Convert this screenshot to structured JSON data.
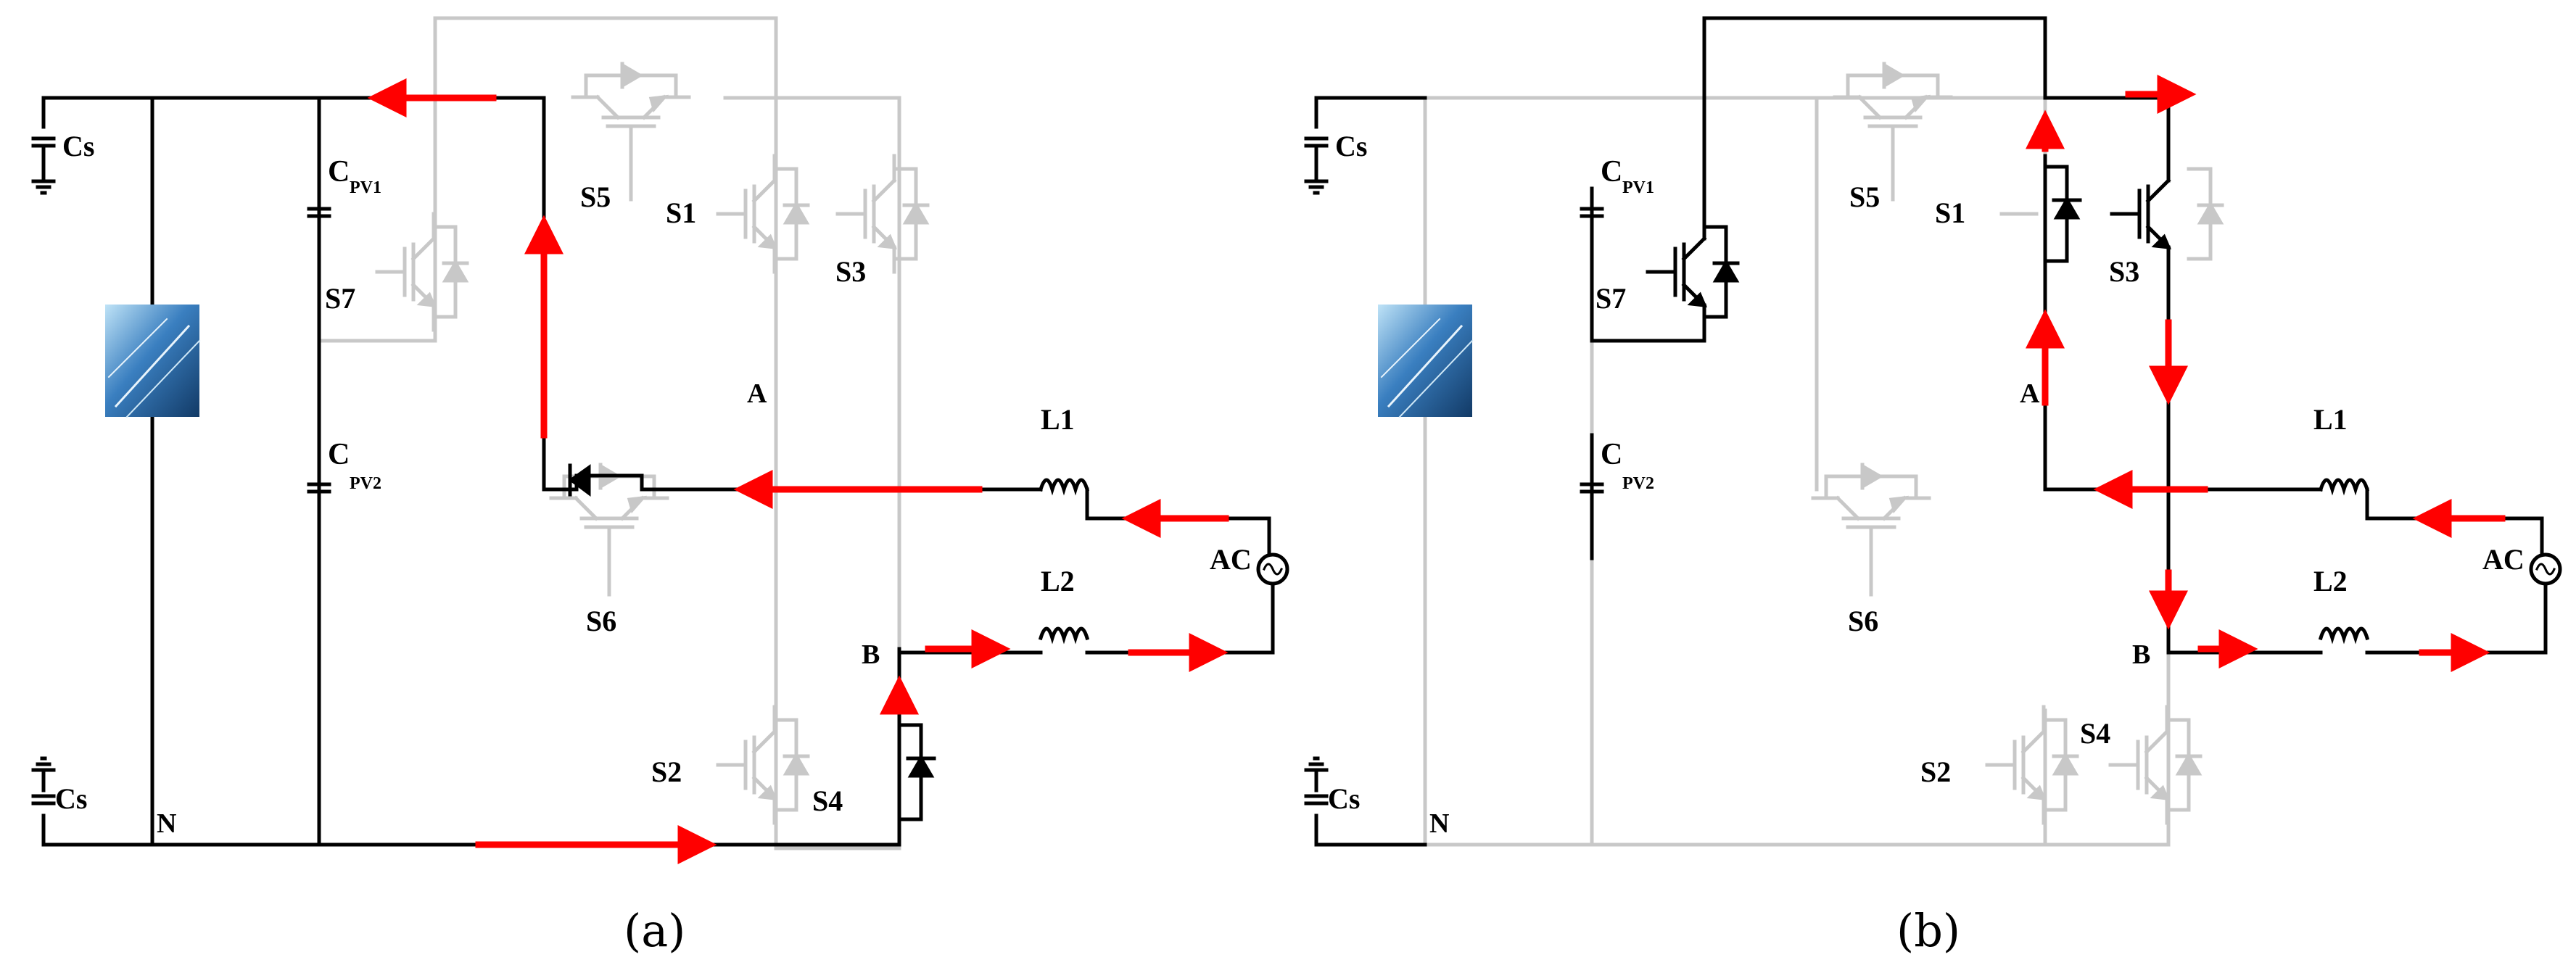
{
  "panels": [
    {
      "caption": "(a)",
      "labels": {
        "cs_top": "Cs",
        "cs_bottom": "Cs",
        "n": "N",
        "cpv1_main": "C",
        "cpv1_sub": "PV1",
        "cpv2_main": "C",
        "cpv2_sub": "PV2",
        "s1": "S1",
        "s2": "S2",
        "s3": "S3",
        "s4": "S4",
        "s5": "S5",
        "s6": "S6",
        "s7": "S7",
        "a": "A",
        "b": "B",
        "l1": "L1",
        "l2": "L2",
        "ac": "AC"
      }
    },
    {
      "caption": "(b)",
      "labels": {
        "cs_top": "Cs",
        "cs_bottom": "Cs",
        "n": "N",
        "cpv1_main": "C",
        "cpv1_sub": "PV1",
        "cpv2_main": "C",
        "cpv2_sub": "PV2",
        "s1": "S1",
        "s2": "S2",
        "s3": "S3",
        "s4": "S4",
        "s5": "S5",
        "s6": "S6",
        "s7": "S7",
        "a": "A",
        "b": "B",
        "l1": "L1",
        "l2": "L2",
        "ac": "AC"
      }
    }
  ],
  "colors": {
    "active": "#000000",
    "inactive": "#c8c8c8",
    "arrow": "#ff0000",
    "pv_panel": "#3a7fc0"
  }
}
